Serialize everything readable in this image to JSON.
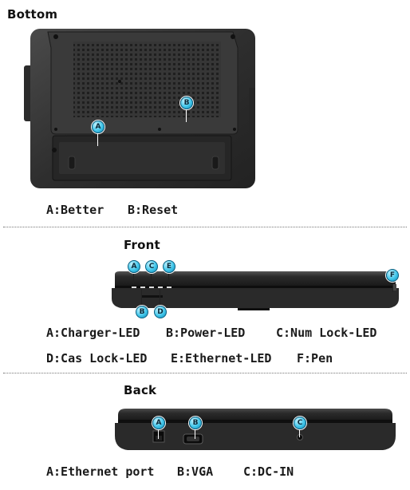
{
  "sections": {
    "bottom": {
      "heading": "Bottom",
      "markers": [
        "A",
        "B"
      ],
      "legend": [
        "A:Better",
        "B:Reset"
      ]
    },
    "front": {
      "heading": "Front",
      "markers": [
        "A",
        "B",
        "C",
        "D",
        "E",
        "F"
      ],
      "legend_row1": [
        "A:Charger-LED",
        "B:Power-LED",
        "C:Num Lock-LED"
      ],
      "legend_row2": [
        "D:Cas Lock-LED",
        "E:Ethernet-LED",
        "F:Pen"
      ]
    },
    "back": {
      "heading": "Back",
      "markers": [
        "A",
        "B",
        "C"
      ],
      "legend": [
        "A:Ethernet port",
        "B:VGA",
        "C:DC-IN"
      ]
    }
  },
  "colors": {
    "marker_fill": "#41c6ea",
    "device_body": "#2a2a2a",
    "divider": "#777777"
  },
  "icons": {
    "marker": "callout-circle-icon"
  }
}
